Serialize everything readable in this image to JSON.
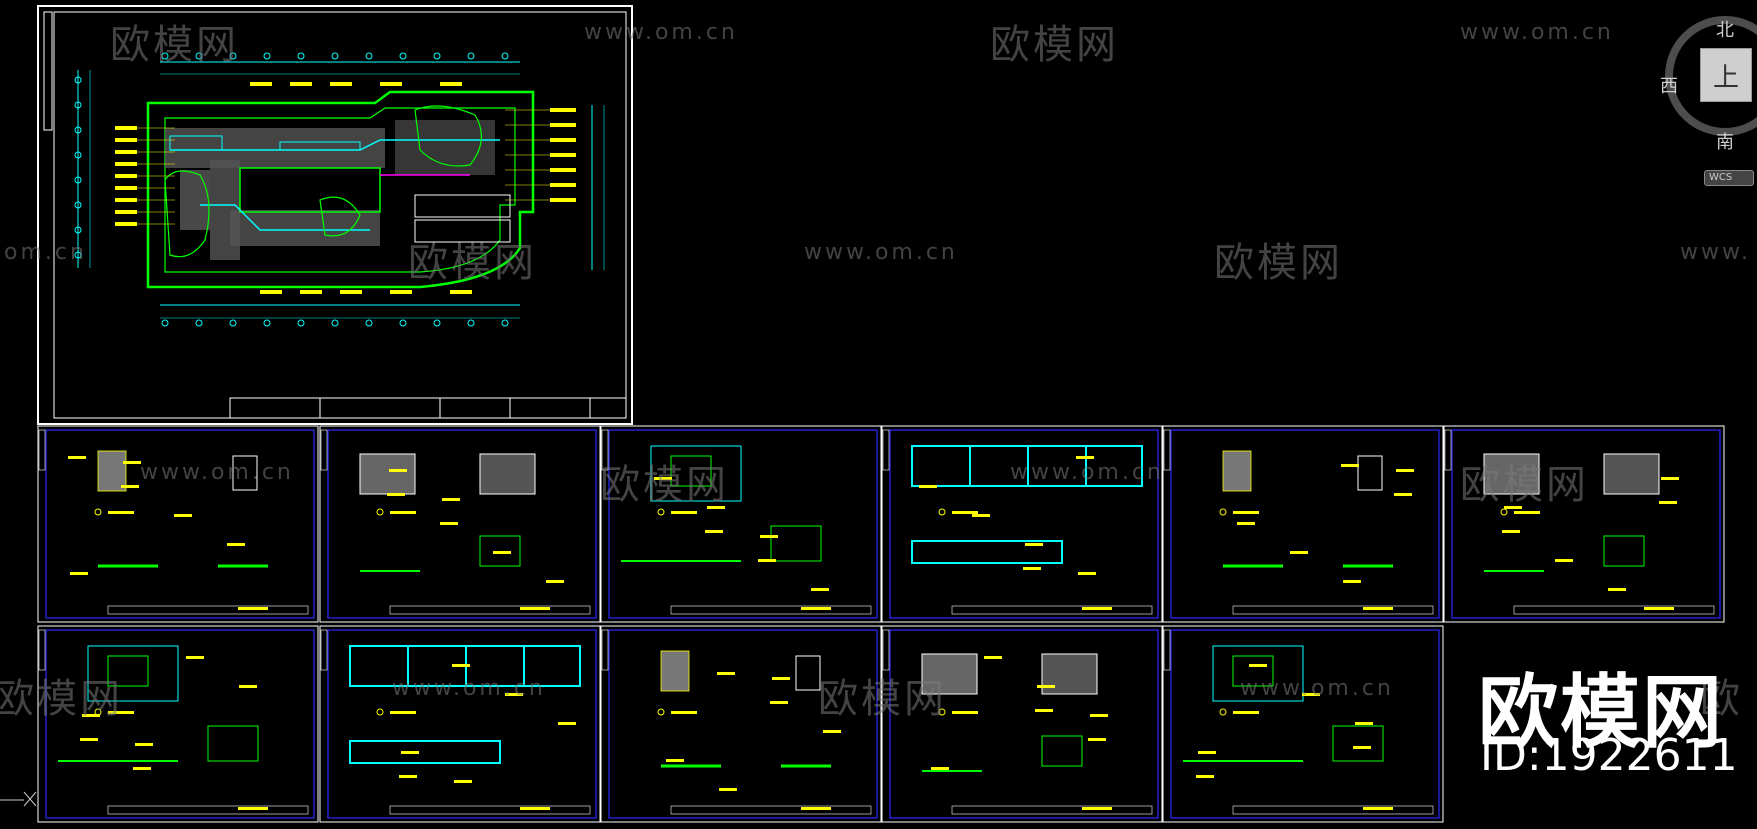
{
  "watermark": {
    "logo_text": "欧模网",
    "url_text": "www.om.cn",
    "partial_url": "om.cn",
    "partial_url_right": "www.",
    "partial_logo_left": "欧模网",
    "partial_logo_right": "欧"
  },
  "brand": {
    "logo": "欧模网",
    "id": "ID:1922611"
  },
  "viewcube": {
    "north": "北",
    "west": "西",
    "south": "南",
    "top_face": "上",
    "wcs": "WCS"
  },
  "colors": {
    "background": "#000000",
    "frame": "#ffffff",
    "sheet_border": "#2a2aff",
    "yellow": "#ffff00",
    "cyan": "#00ffff",
    "green": "#00ff00",
    "magenta": "#ff00ff",
    "watermark": "#7a7a7a"
  }
}
